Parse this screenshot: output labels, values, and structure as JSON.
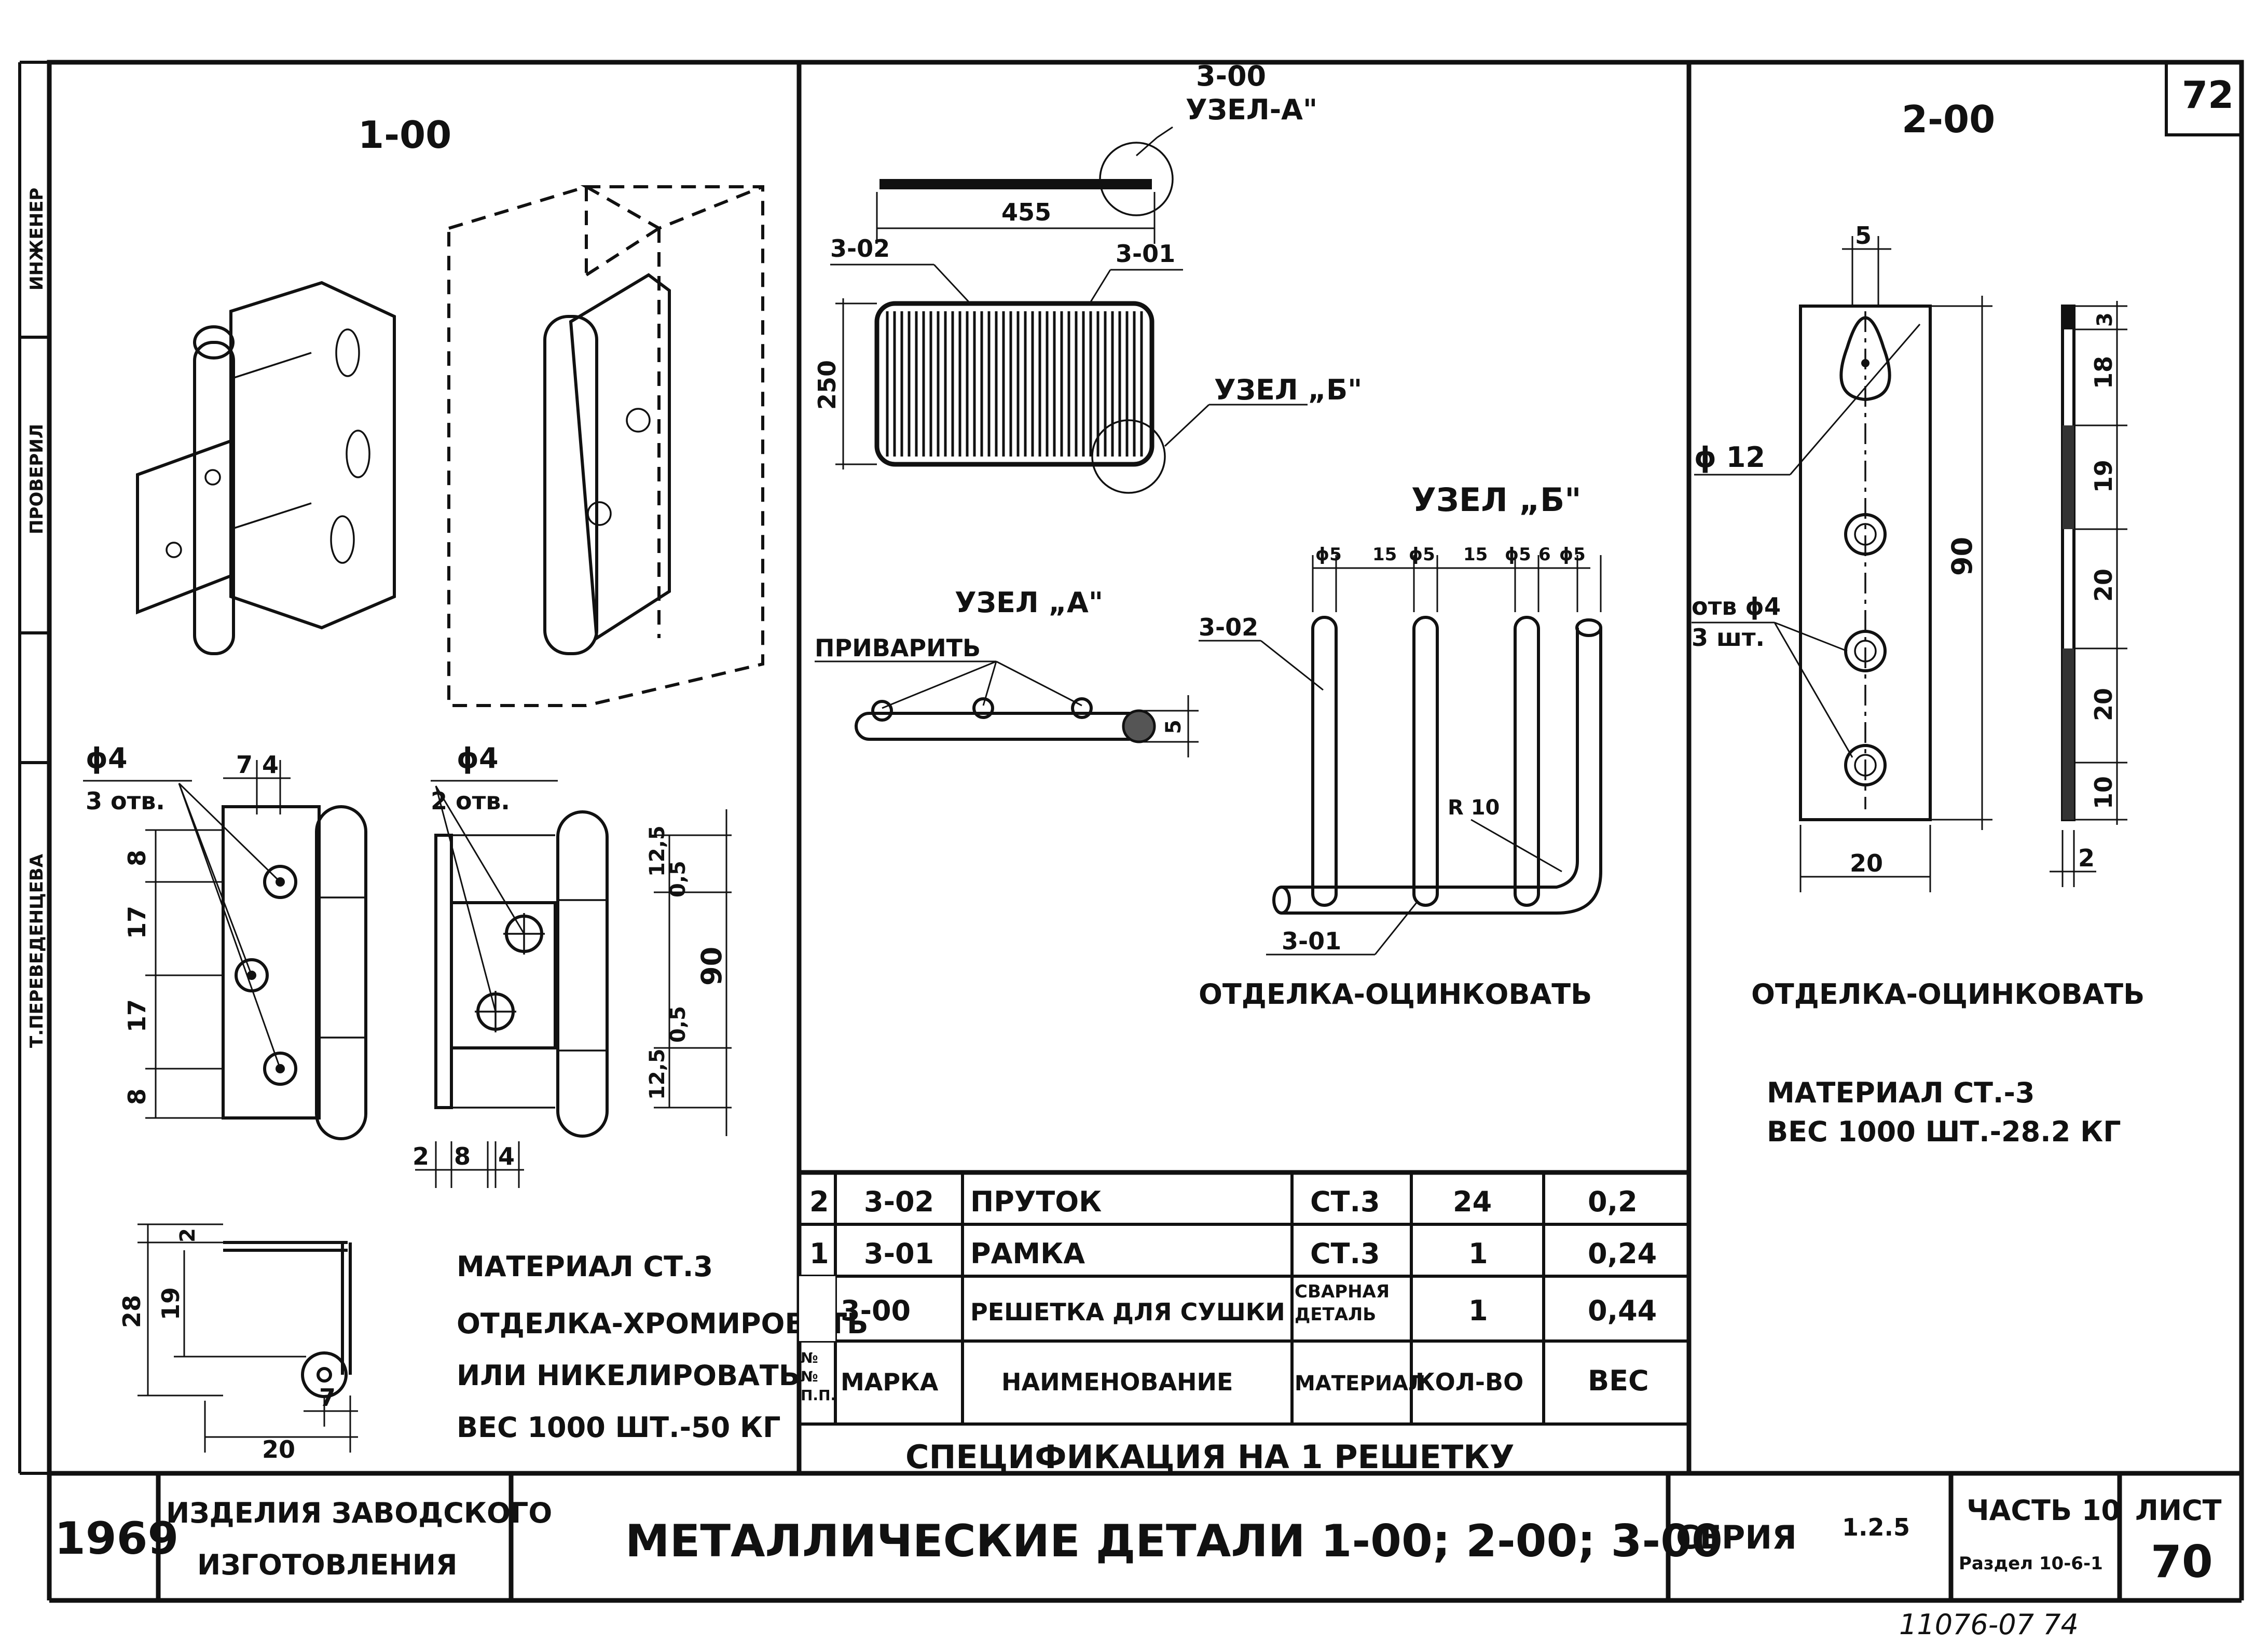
{
  "sheet_number_top": "72",
  "part_1": {
    "title": "1-00",
    "hole_label_a": "ϕ4",
    "hole_count_a": "3 отв.",
    "hole_label_b": "ϕ4",
    "hole_count_b": "2 отв.",
    "dims_left": [
      "8",
      "17",
      "17",
      "8"
    ],
    "dims_top": [
      "7",
      "4"
    ],
    "dims_right": [
      "12,5",
      "0,5",
      "90",
      "0,5",
      "12,5"
    ],
    "dims_bottom": [
      "2",
      "8",
      "4"
    ],
    "profile_dims": [
      "2",
      "28",
      "19",
      "7",
      "20"
    ],
    "material": "МАТЕРИАЛ СТ.3",
    "finish_1": "ОТДЕЛКА-ХРОМИРОВАТЬ",
    "finish_2": "ИЛИ НИКЕЛИРОВАТЬ",
    "weight": "ВЕС 1000 ШТ.-50 КГ"
  },
  "part_3": {
    "title": "3-00",
    "node_a_ref": "УЗЕЛ-А\"",
    "length": "455",
    "part_02": "3-02",
    "part_01": "3-01",
    "height": "250",
    "node_b_ref": "УЗЕЛ „Б\"",
    "node_a_title": "УЗЕЛ „А\"",
    "weld": "ПРИВАРИТЬ",
    "weld_dim": "5",
    "node_b_title": "УЗЕЛ „Б\"",
    "node_b_dims": [
      "ϕ5",
      "15",
      "ϕ5",
      "15",
      "ϕ5",
      "6",
      "ϕ5"
    ],
    "node_b_part_02": "3-02",
    "node_b_radius": "R 10",
    "node_b_part_01": "3-01",
    "finish": "ОТДЕЛКА-ОЦИНКОВАТЬ"
  },
  "part_2": {
    "title": "2-00",
    "dim_top": "5",
    "dim_keyhole": "ϕ 12",
    "hole_label": "отв ϕ4",
    "hole_count": "3 шт.",
    "dim_height": "90",
    "dim_width": "20",
    "side_dims": [
      "3",
      "18",
      "19",
      "20",
      "20",
      "10"
    ],
    "side_thickness": "2",
    "finish": "ОТДЕЛКА-ОЦИНКОВАТЬ",
    "material": "МАТЕРИАЛ СТ.-3",
    "weight": "ВЕС 1000 ШТ.-28.2 КГ"
  },
  "spec_table": {
    "rows": [
      [
        "2",
        "3-02",
        "ПРУТОК",
        "СТ.3",
        "24",
        "0,2"
      ],
      [
        "1",
        "3-01",
        "РАМКА",
        "СТ.3",
        "1",
        "0,24"
      ],
      [
        "",
        "3-00",
        "РЕШЕТКА ДЛЯ СУШКИ",
        "СВАРНАЯ ДЕТАЛЬ",
        "1",
        "0,44"
      ]
    ],
    "header": [
      "№№ П.П.",
      "МАРКА",
      "НАИМЕНОВАНИЕ",
      "МАТЕРИАЛ",
      "КОЛ-ВО",
      "ВЕС"
    ],
    "caption": "СПЕЦИФИКАЦИЯ НА 1 РЕШЕТКУ"
  },
  "title_block": {
    "year": "1969",
    "category_1": "ИЗДЕЛИЯ ЗАВОДСКОГО",
    "category_2": "ИЗГОТОВЛЕНИЯ",
    "title": "МЕТАЛЛИЧЕСКИЕ ДЕТАЛИ 1-00; 2-00; 3-00",
    "series_label": "СЕРИЯ",
    "series": "1.2.5",
    "part_label": "ЧАСТЬ 10",
    "section": "Раздел 10-6-1",
    "sheet_label": "ЛИСТ",
    "sheet": "70"
  },
  "margin_stamps": [
    "ИНЖЕНЕР",
    "ПРОВЕРИЛ",
    "Т.ПЕРЕВЕДЕНЦЕВА"
  ],
  "footer_code": "11076-07 74"
}
